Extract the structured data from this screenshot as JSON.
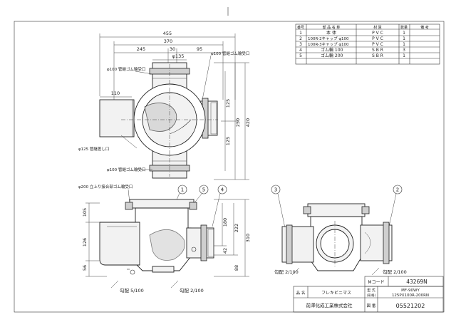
{
  "parts_table": {
    "headers": [
      "番号",
      "部 品 名 称",
      "材 質",
      "数量",
      "備 考"
    ],
    "rows": [
      [
        "1",
        "本 体",
        "P V C",
        "1",
        ""
      ],
      [
        "2",
        "100R-2キャップ φ100",
        "P V C",
        "1",
        ""
      ],
      [
        "3",
        "100R-3キャップ φ100",
        "P V C",
        "1",
        ""
      ],
      [
        "4",
        "ゴム輪 100",
        "S B R",
        "3",
        ""
      ],
      [
        "5",
        "ゴム輪 200",
        "S B R",
        "1",
        ""
      ]
    ]
  },
  "plan_view": {
    "dims_top": [
      "455",
      "370",
      "245",
      "30",
      "95",
      "φ135"
    ],
    "dim_left": "110",
    "dims_right": [
      "125",
      "250",
      "125",
      "420"
    ],
    "labels": {
      "top": "φ100 管継ゴム輪受口",
      "right": "φ100 管継ゴム輪受口",
      "left": "φ125 管継差し口",
      "bottom": "φ100 管継ゴム輪受口"
    }
  },
  "front_view": {
    "label_top": "φ200 立上り接合部ゴム輪受口",
    "dims_left": [
      "105",
      "126",
      "56"
    ],
    "dims_right": [
      "180",
      "222",
      "310",
      "42",
      "88"
    ],
    "slopes": [
      "勾配 5/100",
      "勾配 2/100"
    ],
    "balloons": [
      "1",
      "5",
      "4"
    ]
  },
  "side_view": {
    "balloons": [
      "3",
      "2"
    ],
    "slopes": [
      "勾配 2/100",
      "勾配 2/100"
    ]
  },
  "title_block": {
    "mcode_label": "Mコード",
    "mcode_value": "43269N",
    "name_label": "品 名",
    "name_value": "フレキビニマス",
    "model_label": "型 式",
    "model_label_sub": "(形格)",
    "model_value_1": "MF-90WY",
    "model_value_2": "125PX100R-200RN",
    "company": "前澤化成工業株式会社",
    "drawing_no_label": "図 番",
    "drawing_no": "05521202"
  }
}
